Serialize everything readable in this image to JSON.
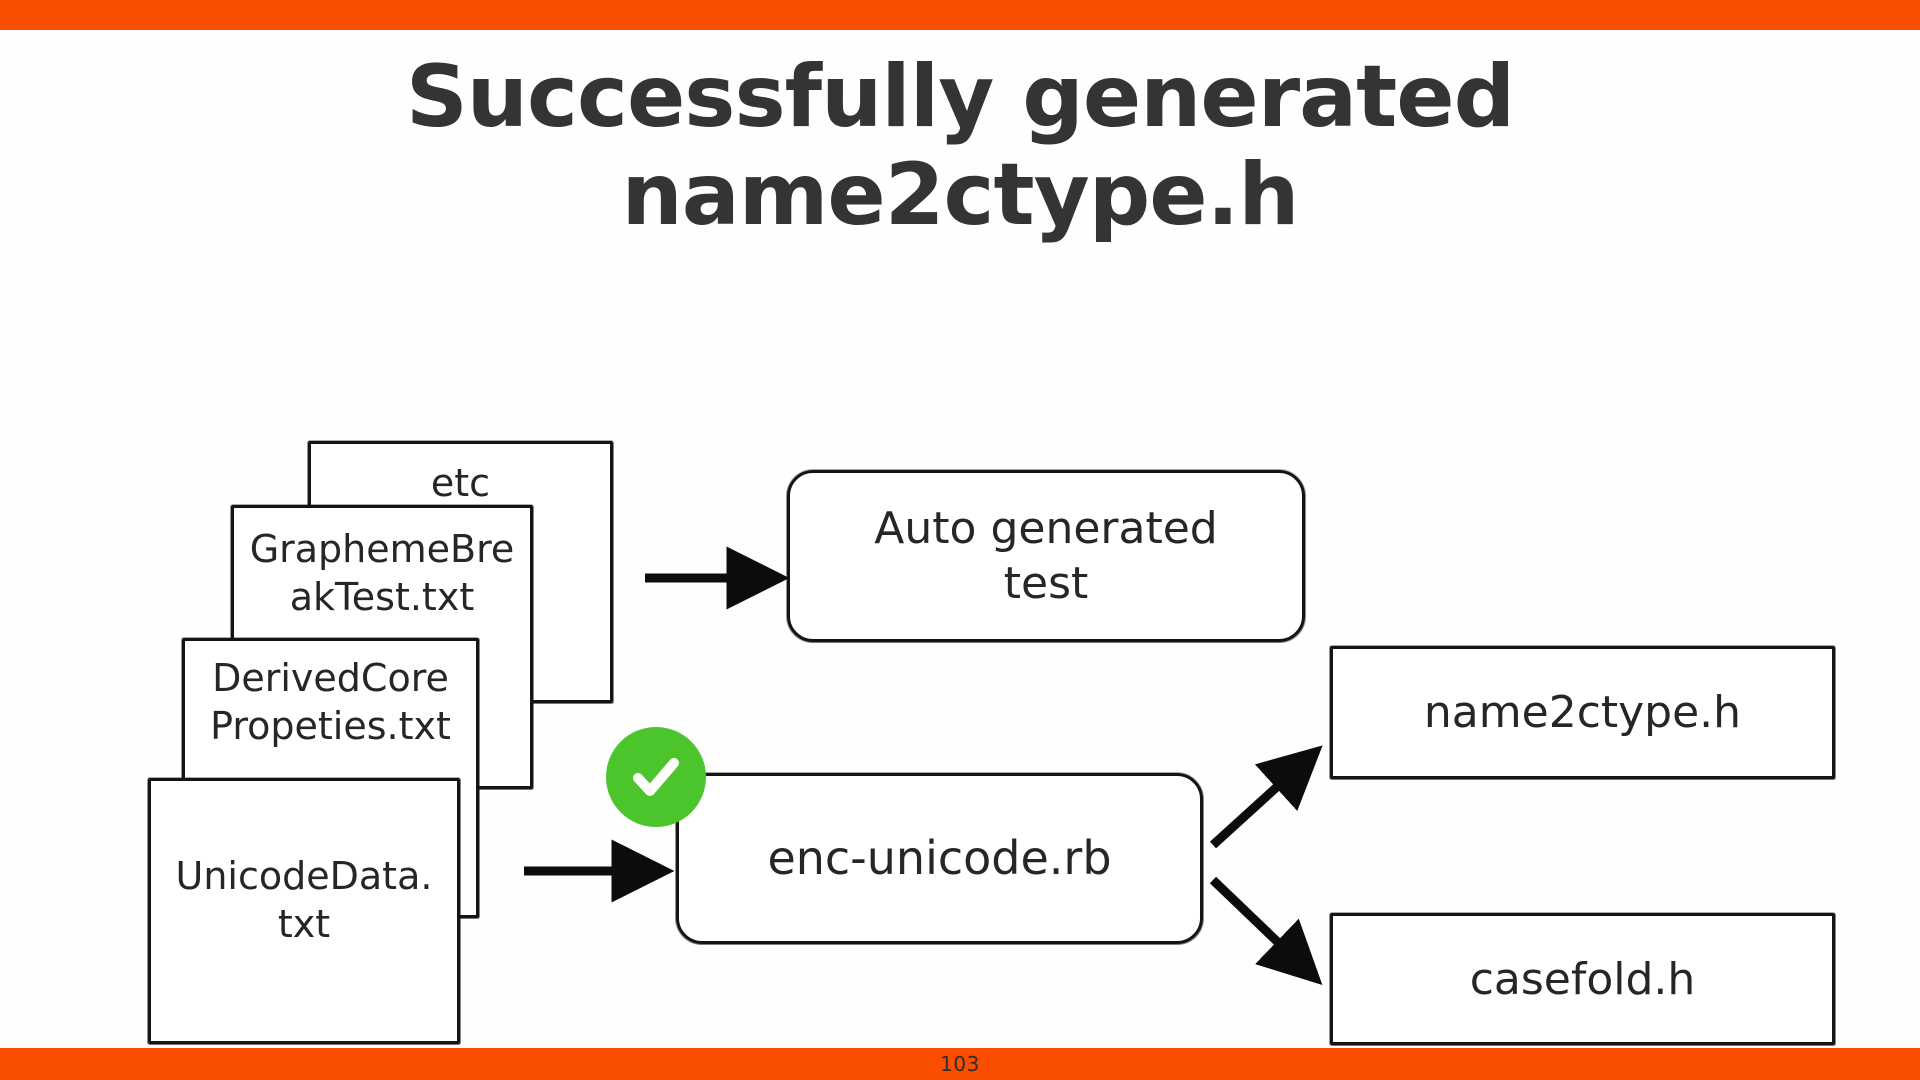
{
  "slide": {
    "title": "Successfully generated\nname2ctype.h",
    "page_number": "103",
    "accent_color": "#f94d00",
    "title_color": "#343434",
    "success_color": "#4cc52c"
  },
  "diagram": {
    "input_stack": [
      {
        "label": "etc",
        "name": "doc-etc"
      },
      {
        "label": "GraphemeBre\nakTest.txt",
        "name": "doc-graphemebreaktest"
      },
      {
        "label": "DerivedCore\nPropeties.txt",
        "name": "doc-derivedcoreproperties"
      },
      {
        "label": "UnicodeData.\ntxt",
        "name": "doc-unicodedata"
      }
    ],
    "process_nodes": [
      {
        "label": "Auto generated\ntest",
        "name": "auto-generated-test"
      },
      {
        "label": "enc-unicode.rb",
        "name": "enc-unicode-rb"
      }
    ],
    "output_nodes": [
      {
        "label": "name2ctype.h",
        "name": "name2ctype-h"
      },
      {
        "label": "casefold.h",
        "name": "casefold-h"
      }
    ],
    "status_badge": {
      "icon": "check-circle-icon",
      "state": "success"
    },
    "arrows": [
      {
        "name": "arrow-stack-to-autotest",
        "from": "input-stack",
        "to": "auto-generated-test"
      },
      {
        "name": "arrow-stack-to-enc",
        "from": "input-stack",
        "to": "enc-unicode-rb"
      },
      {
        "name": "arrow-enc-to-name2ctype",
        "from": "enc-unicode-rb",
        "to": "name2ctype-h"
      },
      {
        "name": "arrow-enc-to-casefold",
        "from": "enc-unicode-rb",
        "to": "casefold-h"
      }
    ]
  }
}
